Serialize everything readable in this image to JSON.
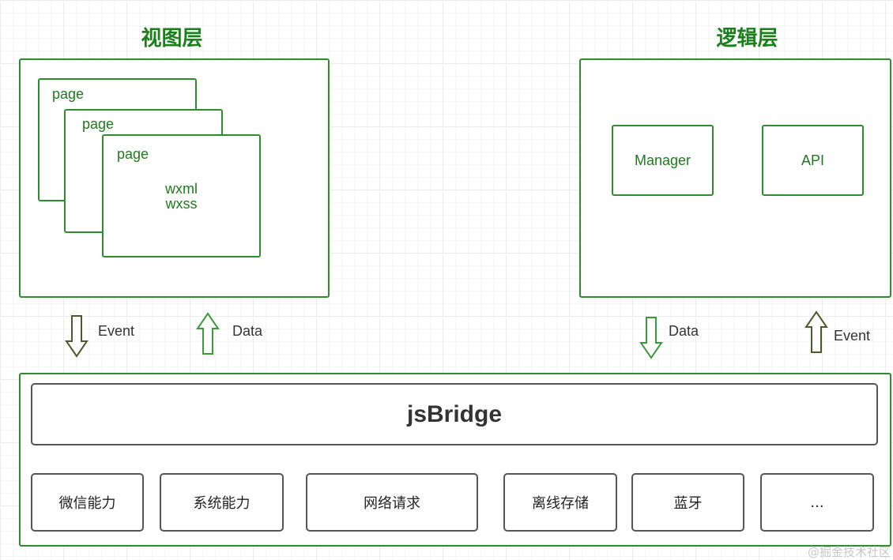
{
  "view_layer": {
    "title": "视图层",
    "pages": [
      "page",
      "page",
      "page"
    ],
    "content_lines": [
      "wxml",
      "wxss"
    ]
  },
  "logic_layer": {
    "title": "逻辑层",
    "modules": [
      "Manager",
      "API"
    ]
  },
  "arrows": {
    "view_event": "Event",
    "view_data": "Data",
    "logic_data": "Data",
    "logic_event": "Event"
  },
  "bridge": {
    "title": "jsBridge",
    "capabilities": [
      "微信能力",
      "系统能力",
      "网络请求",
      "离线存储",
      "蓝牙",
      "..."
    ]
  },
  "watermark": "@掘金技术社区",
  "colors": {
    "green": "#2e8b2e",
    "gray": "#555555"
  }
}
